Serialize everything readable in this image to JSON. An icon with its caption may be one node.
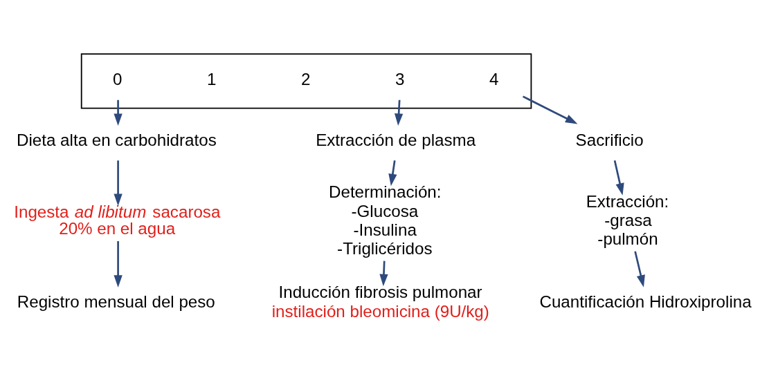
{
  "diagram": {
    "nodes": [
      {
        "text": [],
        "shape": "box"
      },
      {
        "text": [
          "0"
        ],
        "in": 0
      },
      {
        "text": [
          "1"
        ],
        "in": 0
      },
      {
        "text": [
          "2"
        ],
        "in": 0
      },
      {
        "text": [
          "3"
        ],
        "in": 0
      },
      {
        "text": [
          "4"
        ],
        "in": 0
      },
      {
        "text": [
          "Dieta alta en carbohidratos"
        ]
      },
      {
        "text": [
          "Ingesta *ad libitum* sacarosa 20% en el agua"
        ]
      },
      {
        "text": [
          "Registro mensual del peso"
        ]
      },
      {
        "text": [
          "Extracción de plasma"
        ]
      },
      {
        "text": [
          "Determinación:",
          "-Glucosa",
          "-Insulina",
          "-Triglicéridos"
        ]
      },
      {
        "text": [
          "Inducción fibrosis pulmonar",
          "instilación bleomicina (9U/kg)"
        ]
      },
      {
        "text": [
          "Sacrificio"
        ]
      },
      {
        "text": [
          "Extracción:",
          "-grasa",
          "-pulmón"
        ]
      },
      {
        "text": [
          "Cuantificación Hidroxiprolina"
        ]
      }
    ],
    "edges": [
      {
        "from": 1,
        "to": 6,
        "arrow": "to"
      },
      {
        "from": 6,
        "to": 7,
        "arrow": "to"
      },
      {
        "from": 7,
        "to": 8,
        "arrow": "to"
      },
      {
        "from": 4,
        "to": 9,
        "arrow": "to"
      },
      {
        "from": 9,
        "to": 10,
        "arrow": "to"
      },
      {
        "from": 10,
        "to": 11,
        "arrow": "to"
      },
      {
        "from": 5,
        "to": 12,
        "arrow": "to"
      },
      {
        "from": 12,
        "to": 13,
        "arrow": "to"
      },
      {
        "from": 13,
        "to": 14,
        "arrow": "to"
      }
    ]
  }
}
